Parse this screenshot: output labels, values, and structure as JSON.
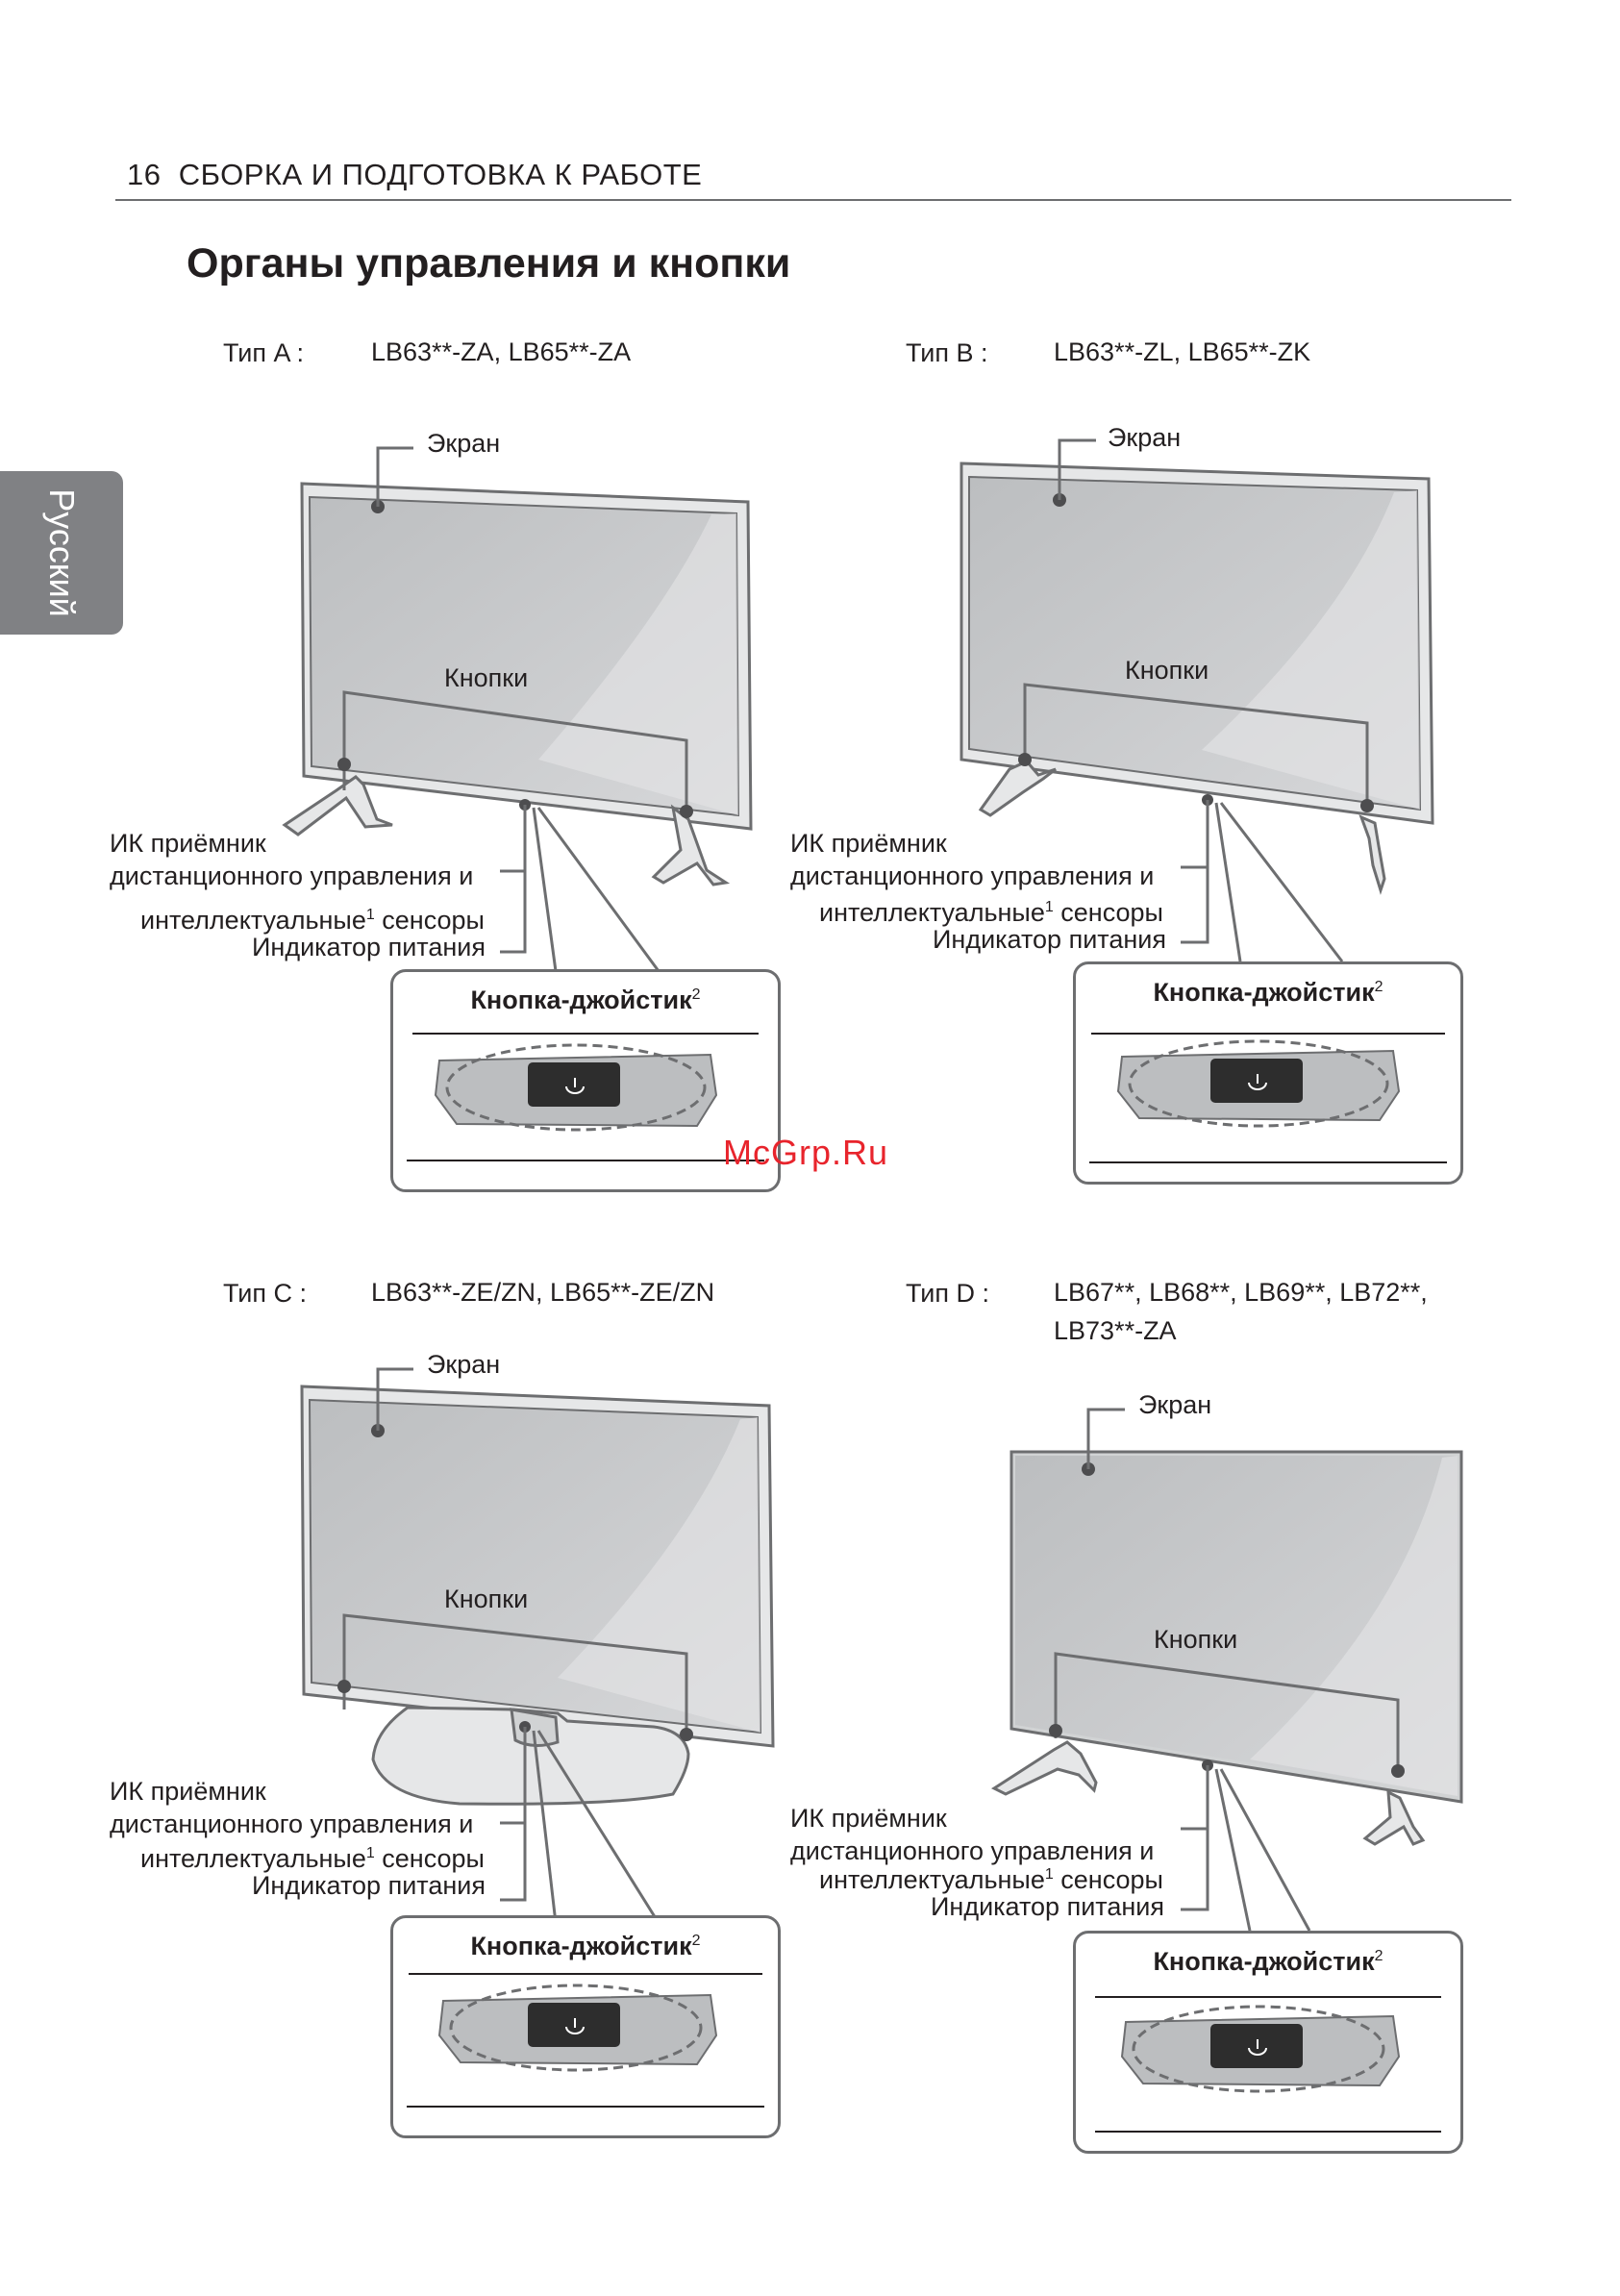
{
  "header": {
    "page_number": "16",
    "section": "СБОРКА И ПОДГОТОВКА К РАБОТЕ"
  },
  "title": "Органы управления и кнопки",
  "side_tab": "Русский",
  "watermark": "McGrp.Ru",
  "labels": {
    "screen": "Экран",
    "buttons": "Кнопки",
    "ir_line1": "ИК приёмник",
    "ir_line2": "дистанционного управления и",
    "ir_line3_pre": "интеллектуальные",
    "ir_line3_sup": "1",
    "ir_line3_post": " сенсоры",
    "power": "Индикатор питания",
    "joystick": "Кнопка-джойстик",
    "joystick_sup": "2"
  },
  "types": [
    {
      "label": "Тип A :",
      "models": "LB63**-ZA, LB65**-ZA"
    },
    {
      "label": "Тип B :",
      "models": "LB63**-ZL, LB65**-ZK"
    },
    {
      "label": "Тип C :",
      "models": "LB63**-ZE/ZN, LB65**-ZE/ZN"
    },
    {
      "label": "Тип D :",
      "models_line1": "LB67**, LB68**, LB69**, LB72**,",
      "models_line2": "LB73**-ZA"
    }
  ],
  "colors": {
    "tab_gray": "#808184",
    "line_gray": "#6d6e70",
    "screen_gray": "#c7c8ca",
    "watermark_red": "#e8242c",
    "button_dark": "#2d2d2d"
  }
}
